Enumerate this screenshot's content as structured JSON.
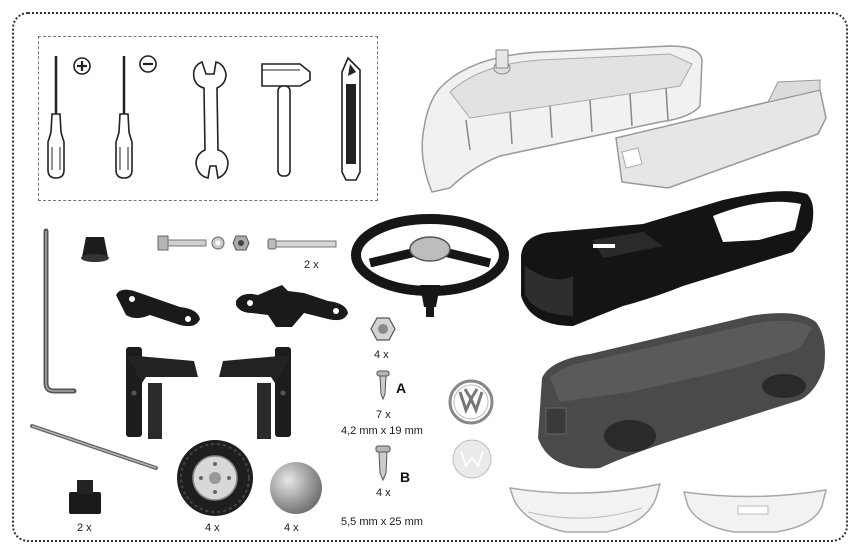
{
  "labels": {
    "hinge_pin_qty": "2 x",
    "nut_qty": "4 x",
    "screw_a_tag": "A",
    "screw_a_qty": "7 x",
    "screw_a_size": "4,2 mm x 19 mm",
    "screw_b_tag": "B",
    "screw_b_qty": "4 x",
    "screw_b_size": "5,5 mm x 25 mm",
    "cap_qty": "2 x",
    "wheel_qty": "4 x",
    "hubcap_qty": "4 x"
  },
  "colors": {
    "dark_plastic": "#161616",
    "grey_body": "#4a4a4a",
    "white_plastic": "#efefef",
    "metal": "#9a9a9a"
  },
  "tools": [
    "phillips-screwdriver-icon",
    "flat-screwdriver-icon",
    "wrench-icon",
    "hammer-icon",
    "utility-knife-icon"
  ]
}
